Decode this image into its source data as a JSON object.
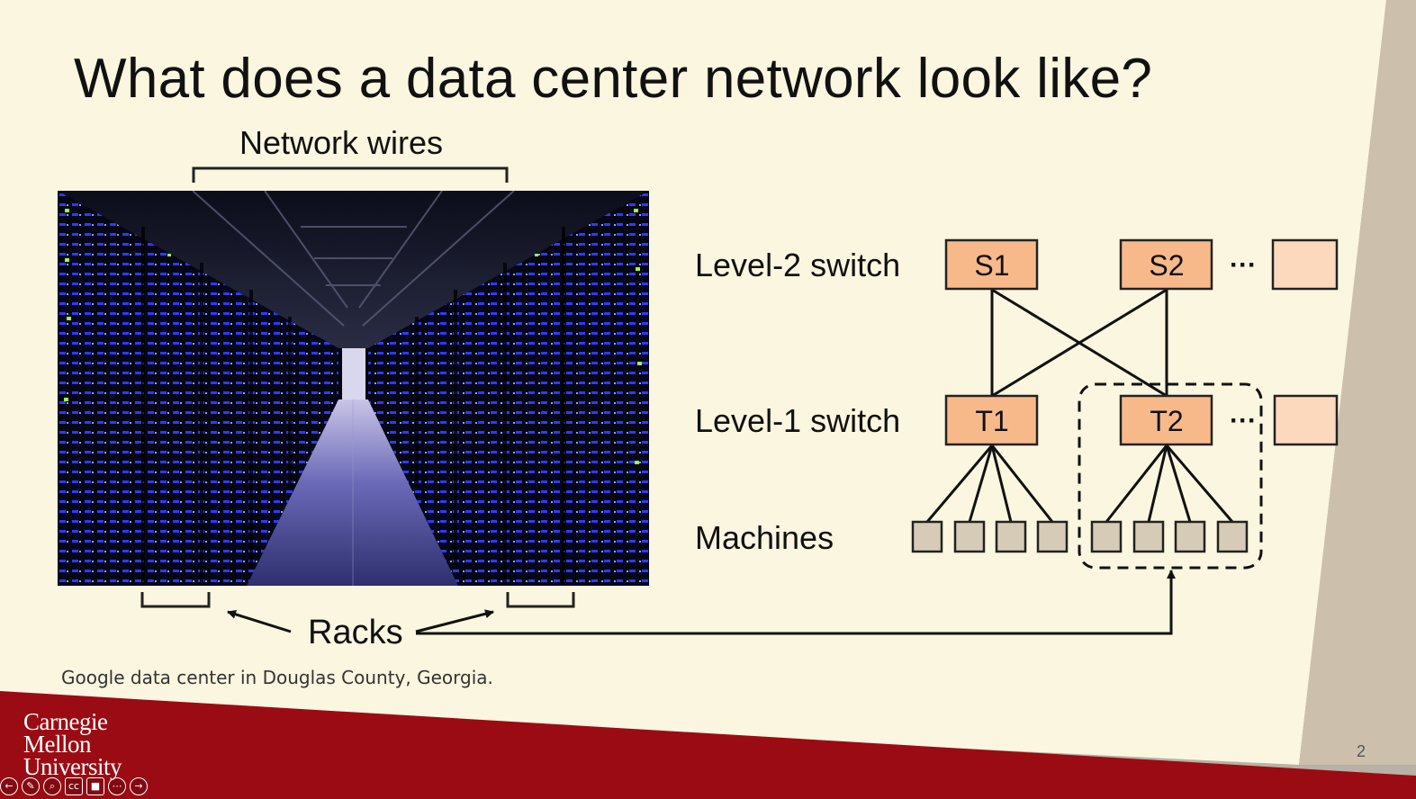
{
  "slide": {
    "title": "What does a data center network look like?",
    "page_number": "2",
    "caption": "Google data center in Douglas County, Georgia.",
    "logo": [
      "Carnegie",
      "Mellon",
      "University"
    ]
  },
  "photo_labels": {
    "network_wires": "Network wires",
    "racks": "Racks"
  },
  "diagram": {
    "level2_label": "Level-2 switch",
    "level1_label": "Level-1 switch",
    "machines_label": "Machines",
    "level2_switches": [
      "S1",
      "S2"
    ],
    "level1_switches": [
      "T1",
      "T2"
    ],
    "ellipsis": "···",
    "machines_per_switch": 4
  },
  "colors": {
    "slide_background": "#fbf6df",
    "footer_red": "#9b0b13",
    "switch_fill": "#f8b98a",
    "switch_fill_faded": "#fcd9bd",
    "machine_fill": "#d6cbb6"
  },
  "controls": [
    "back-icon",
    "pen-icon",
    "zoom-icon",
    "captions-icon",
    "video-icon",
    "more-icon",
    "forward-icon"
  ]
}
